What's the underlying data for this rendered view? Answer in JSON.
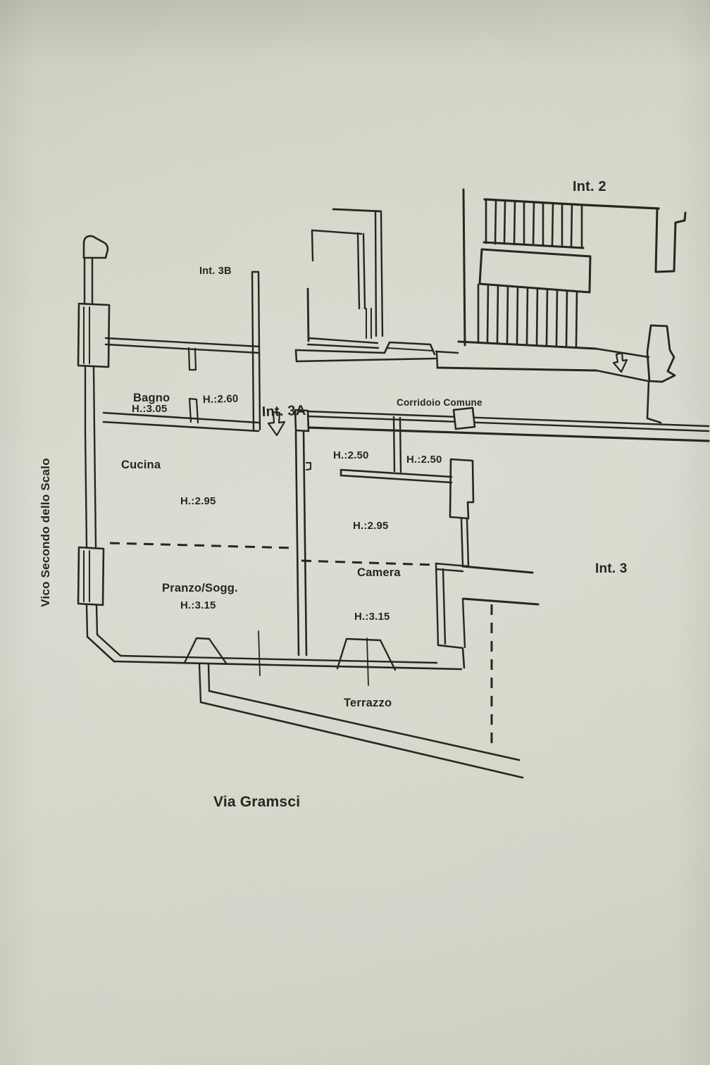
{
  "colors": {
    "paper": "#d8dacd",
    "ink": "#27261f"
  },
  "plan": {
    "streets": {
      "left_vertical": "Vico Secondo dello Scalo",
      "bottom": "Via Gramsci"
    },
    "units": {
      "int_2": "Int. 2",
      "int_3": "Int. 3",
      "int_3a": "Int. 3A",
      "int_3b": "Int. 3B"
    },
    "common_areas": {
      "corridor": "Corridoio Comune",
      "terrace": "Terrazzo"
    },
    "rooms": {
      "bagno": {
        "name": "Bagno",
        "height": "H.:3.05"
      },
      "anteroom": {
        "height": "H.:2.60"
      },
      "cucina": {
        "name": "Cucina",
        "height": "H.:2.95"
      },
      "pranzo_soggiorno": {
        "name": "Pranzo/Sogg.",
        "height": "H.:3.15"
      },
      "camera": {
        "name": "Camera",
        "height_near_corridor": "H.:2.95",
        "height_main": "H.:3.15"
      },
      "corridor_heights": {
        "left": "H.:2.50",
        "right": "H.:2.50"
      }
    }
  }
}
